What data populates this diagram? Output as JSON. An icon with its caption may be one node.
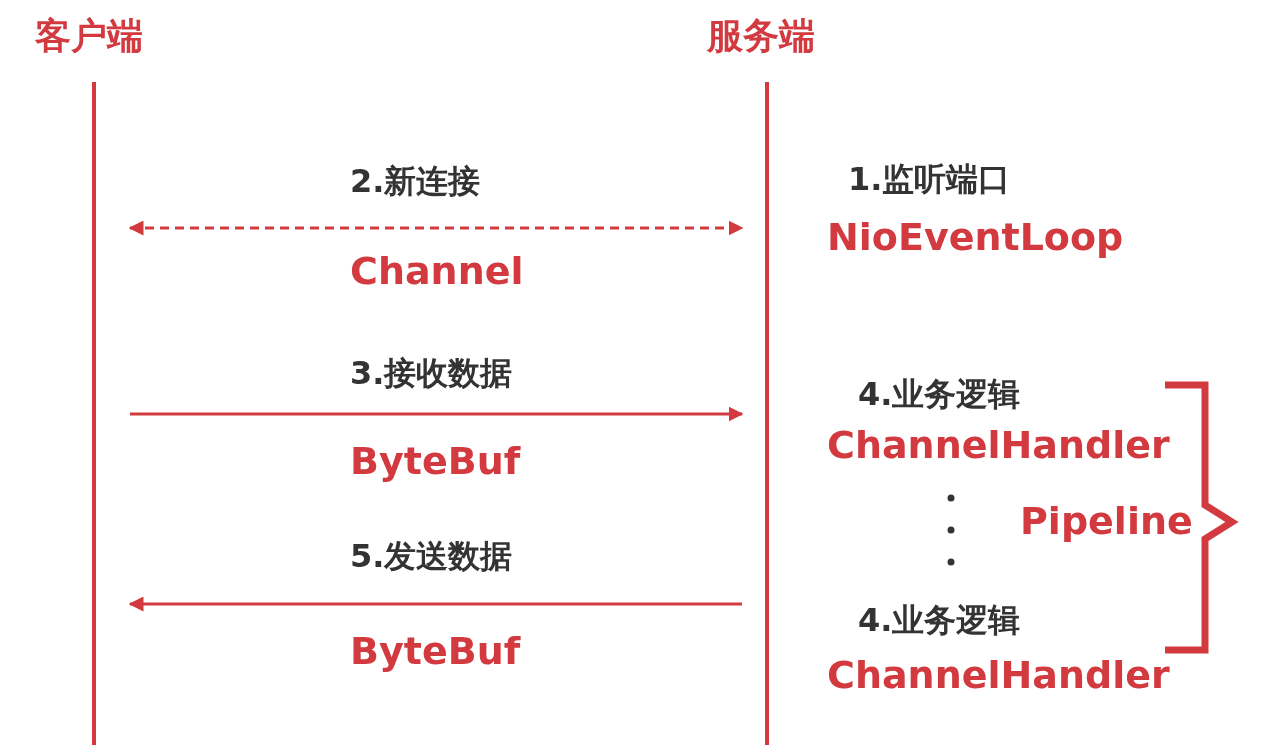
{
  "diagram": {
    "nodes": [
      {
        "text": [
          "客户端"
        ]
      },
      {
        "text": [
          "服务端"
        ]
      }
    ],
    "edges": [
      {
        "from": 0,
        "to": 1,
        "arrow": "both",
        "style": "dashed",
        "label": "2.新连接"
      },
      {
        "from": 0,
        "to": 1,
        "arrow": "to",
        "label": "3.接收数据"
      },
      {
        "from": 1,
        "to": 0,
        "arrow": "to",
        "label": "5.发送数据"
      }
    ],
    "labels": [
      "1.监听端口",
      "NioEventLoop",
      "Channel",
      "4.业务逻辑",
      "ChannelHandler",
      "ByteBuf",
      "Pipeline",
      "4.业务逻辑",
      "ChannelHandler",
      "ByteBuf"
    ]
  }
}
